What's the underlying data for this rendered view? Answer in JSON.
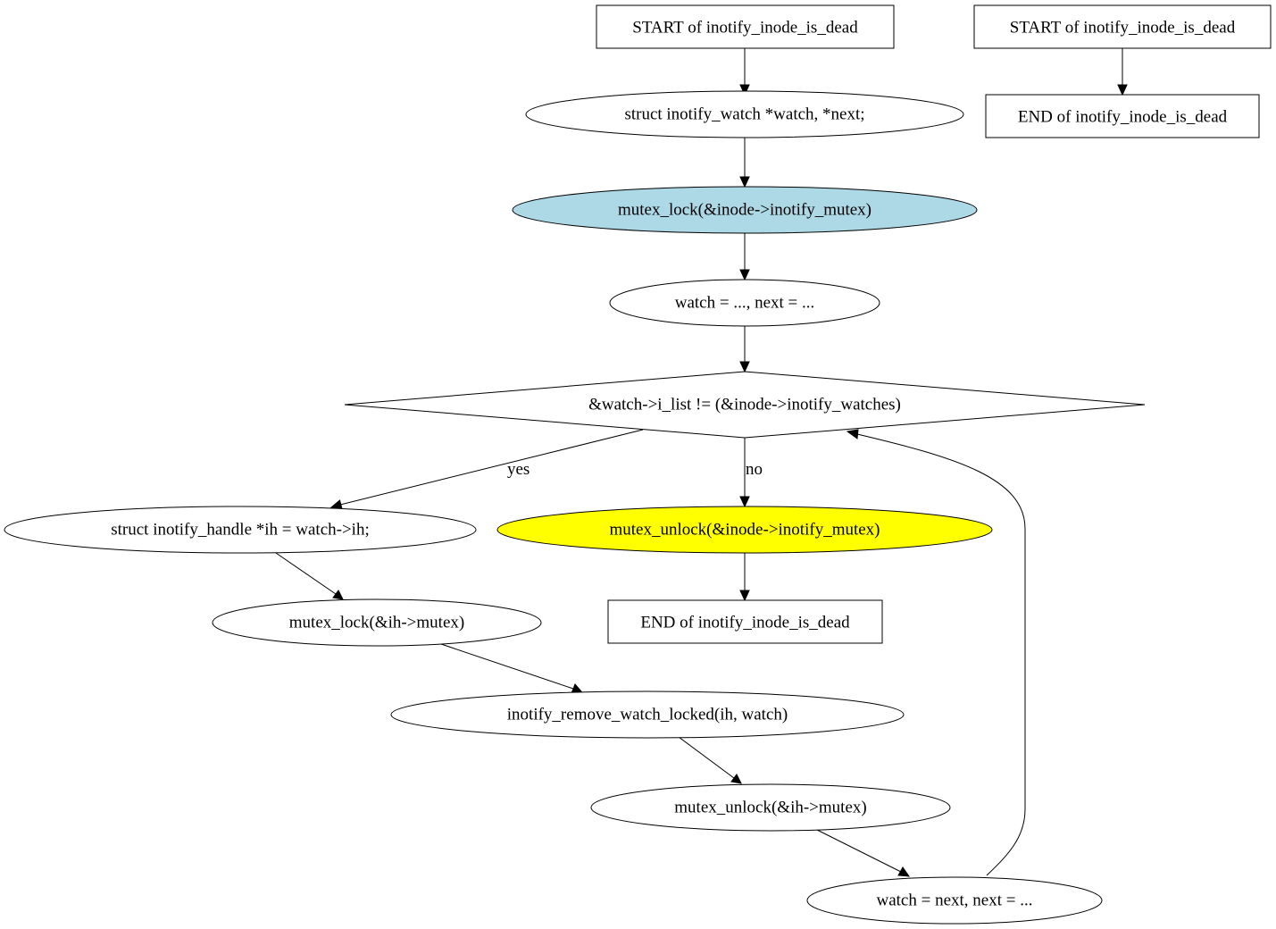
{
  "diagram": {
    "nodes": {
      "start_main": {
        "label": "START of inotify_inode_is_dead",
        "shape": "box",
        "fill": "#ffffff"
      },
      "decl": {
        "label": "struct inotify_watch *watch, *next;",
        "shape": "ellipse",
        "fill": "#ffffff"
      },
      "lock_inode": {
        "label": "mutex_lock(&inode->inotify_mutex)",
        "shape": "ellipse",
        "fill": "#add8e6"
      },
      "init": {
        "label": "watch = ..., next = ...",
        "shape": "ellipse",
        "fill": "#ffffff"
      },
      "cond": {
        "label": "&watch->i_list != (&inode->inotify_watches)",
        "shape": "diamond",
        "fill": "#ffffff"
      },
      "ih_decl": {
        "label": "struct inotify_handle *ih = watch->ih;",
        "shape": "ellipse",
        "fill": "#ffffff"
      },
      "unlock_inode": {
        "label": "mutex_unlock(&inode->inotify_mutex)",
        "shape": "ellipse",
        "fill": "#ffff00"
      },
      "lock_ih": {
        "label": "mutex_lock(&ih->mutex)",
        "shape": "ellipse",
        "fill": "#ffffff"
      },
      "end_main": {
        "label": "END of inotify_inode_is_dead",
        "shape": "box",
        "fill": "#ffffff"
      },
      "remove": {
        "label": "inotify_remove_watch_locked(ih, watch)",
        "shape": "ellipse",
        "fill": "#ffffff"
      },
      "unlock_ih": {
        "label": "mutex_unlock(&ih->mutex)",
        "shape": "ellipse",
        "fill": "#ffffff"
      },
      "advance": {
        "label": "watch = next, next = ...",
        "shape": "ellipse",
        "fill": "#ffffff"
      },
      "start_side": {
        "label": "START of inotify_inode_is_dead",
        "shape": "box",
        "fill": "#ffffff"
      },
      "end_side": {
        "label": "END of inotify_inode_is_dead",
        "shape": "box",
        "fill": "#ffffff"
      }
    },
    "edges": [
      {
        "from": "start_main",
        "to": "decl",
        "label": ""
      },
      {
        "from": "decl",
        "to": "lock_inode",
        "label": ""
      },
      {
        "from": "lock_inode",
        "to": "init",
        "label": ""
      },
      {
        "from": "init",
        "to": "cond",
        "label": ""
      },
      {
        "from": "cond",
        "to": "ih_decl",
        "label": "yes"
      },
      {
        "from": "cond",
        "to": "unlock_inode",
        "label": "no"
      },
      {
        "from": "ih_decl",
        "to": "lock_ih",
        "label": ""
      },
      {
        "from": "unlock_inode",
        "to": "end_main",
        "label": ""
      },
      {
        "from": "lock_ih",
        "to": "remove",
        "label": ""
      },
      {
        "from": "remove",
        "to": "unlock_ih",
        "label": ""
      },
      {
        "from": "unlock_ih",
        "to": "advance",
        "label": ""
      },
      {
        "from": "advance",
        "to": "cond",
        "label": ""
      },
      {
        "from": "start_side",
        "to": "end_side",
        "label": ""
      }
    ]
  }
}
